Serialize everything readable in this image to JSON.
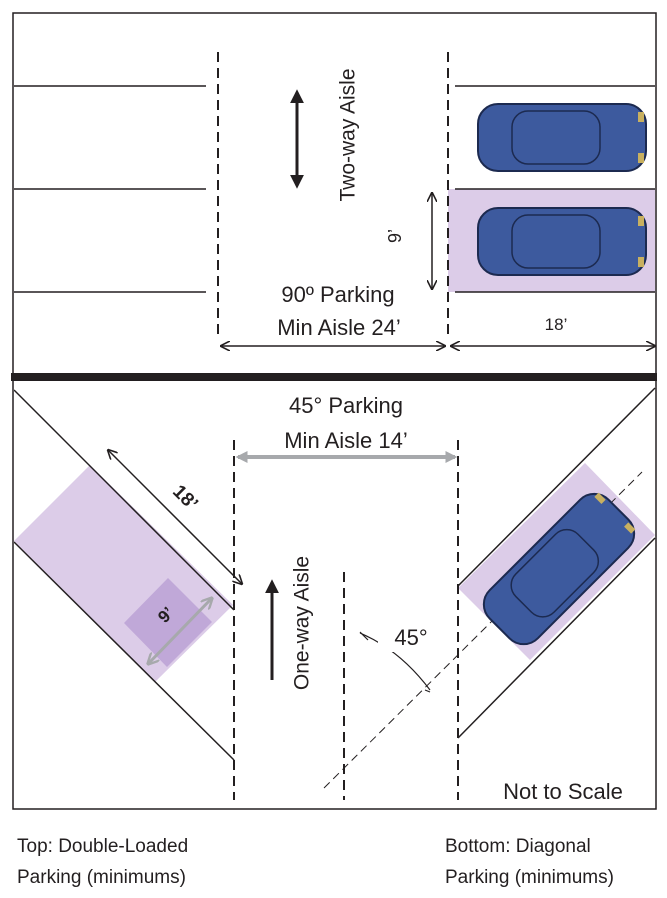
{
  "top_panel": {
    "aisle_label": "Two-way Aisle",
    "title_line1": "90º Parking",
    "title_line2": "Min Aisle 24’",
    "stall_width": "9’",
    "stall_depth": "18’"
  },
  "bottom_panel": {
    "title_line1": "45° Parking",
    "title_line2": "Min Aisle 14’",
    "stall_depth": "18’",
    "stall_width": "9’",
    "aisle_label": "One-way Aisle",
    "angle_label": "45°",
    "scale_note": "Not to Scale"
  },
  "captions": {
    "left_line1": "Top:  Double-Loaded",
    "left_line2": "Parking (minimums)",
    "right_line1": "Bottom:  Diagonal",
    "right_line2": "Parking (minimums)"
  },
  "colors": {
    "stall_highlight": "#dccce8",
    "stall_highlight_dark": "#c0a8d8",
    "car_body": "#3d5a9e",
    "arrow_gray": "#a7a9ac",
    "ink": "#231f20"
  }
}
